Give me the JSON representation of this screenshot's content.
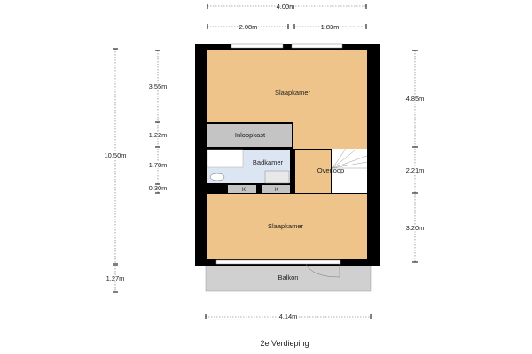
{
  "title": "2e Verdieping",
  "rooms": {
    "slaapkamer_top": "Slaapkamer",
    "inloopkast": "Inloopkast",
    "badkamer": "Badkamer",
    "overloop": "Overloop",
    "slaapkamer_bottom": "Slaapkamer",
    "balkon": "Balkon",
    "kast_1": "K",
    "kast_2": "K"
  },
  "dimensions": {
    "top_total": "4.00m",
    "top_left": "2.08m",
    "top_right": "1.83m",
    "left_total": "10.50m",
    "left_1": "3.55m",
    "left_2": "1.22m",
    "left_3": "1.78m",
    "left_4": "0.30m",
    "left_balkon": "1.27m",
    "right_1": "4.85m",
    "right_2": "2.21m",
    "right_3": "3.20m",
    "bottom_total": "4.14m"
  },
  "colors": {
    "room": "#eec48a",
    "storage": "#c4c4c4",
    "bath": "#dce6f2",
    "wall": "#000000"
  }
}
